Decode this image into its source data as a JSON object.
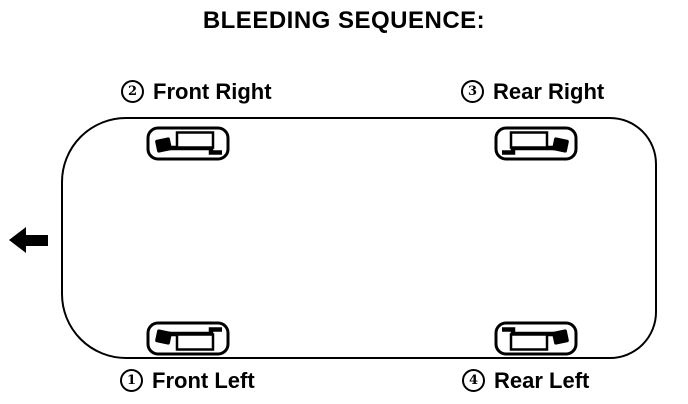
{
  "title": "BLEEDING SEQUENCE:",
  "labels": {
    "front_left": {
      "num": "1",
      "text": "Front Left"
    },
    "front_right": {
      "num": "2",
      "text": "Front Right"
    },
    "rear_right": {
      "num": "3",
      "text": "Rear Right"
    },
    "rear_left": {
      "num": "4",
      "text": "Rear Left"
    }
  },
  "icons": {
    "front_direction_arrow": "left-arrow",
    "wheel_brake": "brake-caliper"
  },
  "colors": {
    "ink": "#000000",
    "background": "#ffffff"
  }
}
